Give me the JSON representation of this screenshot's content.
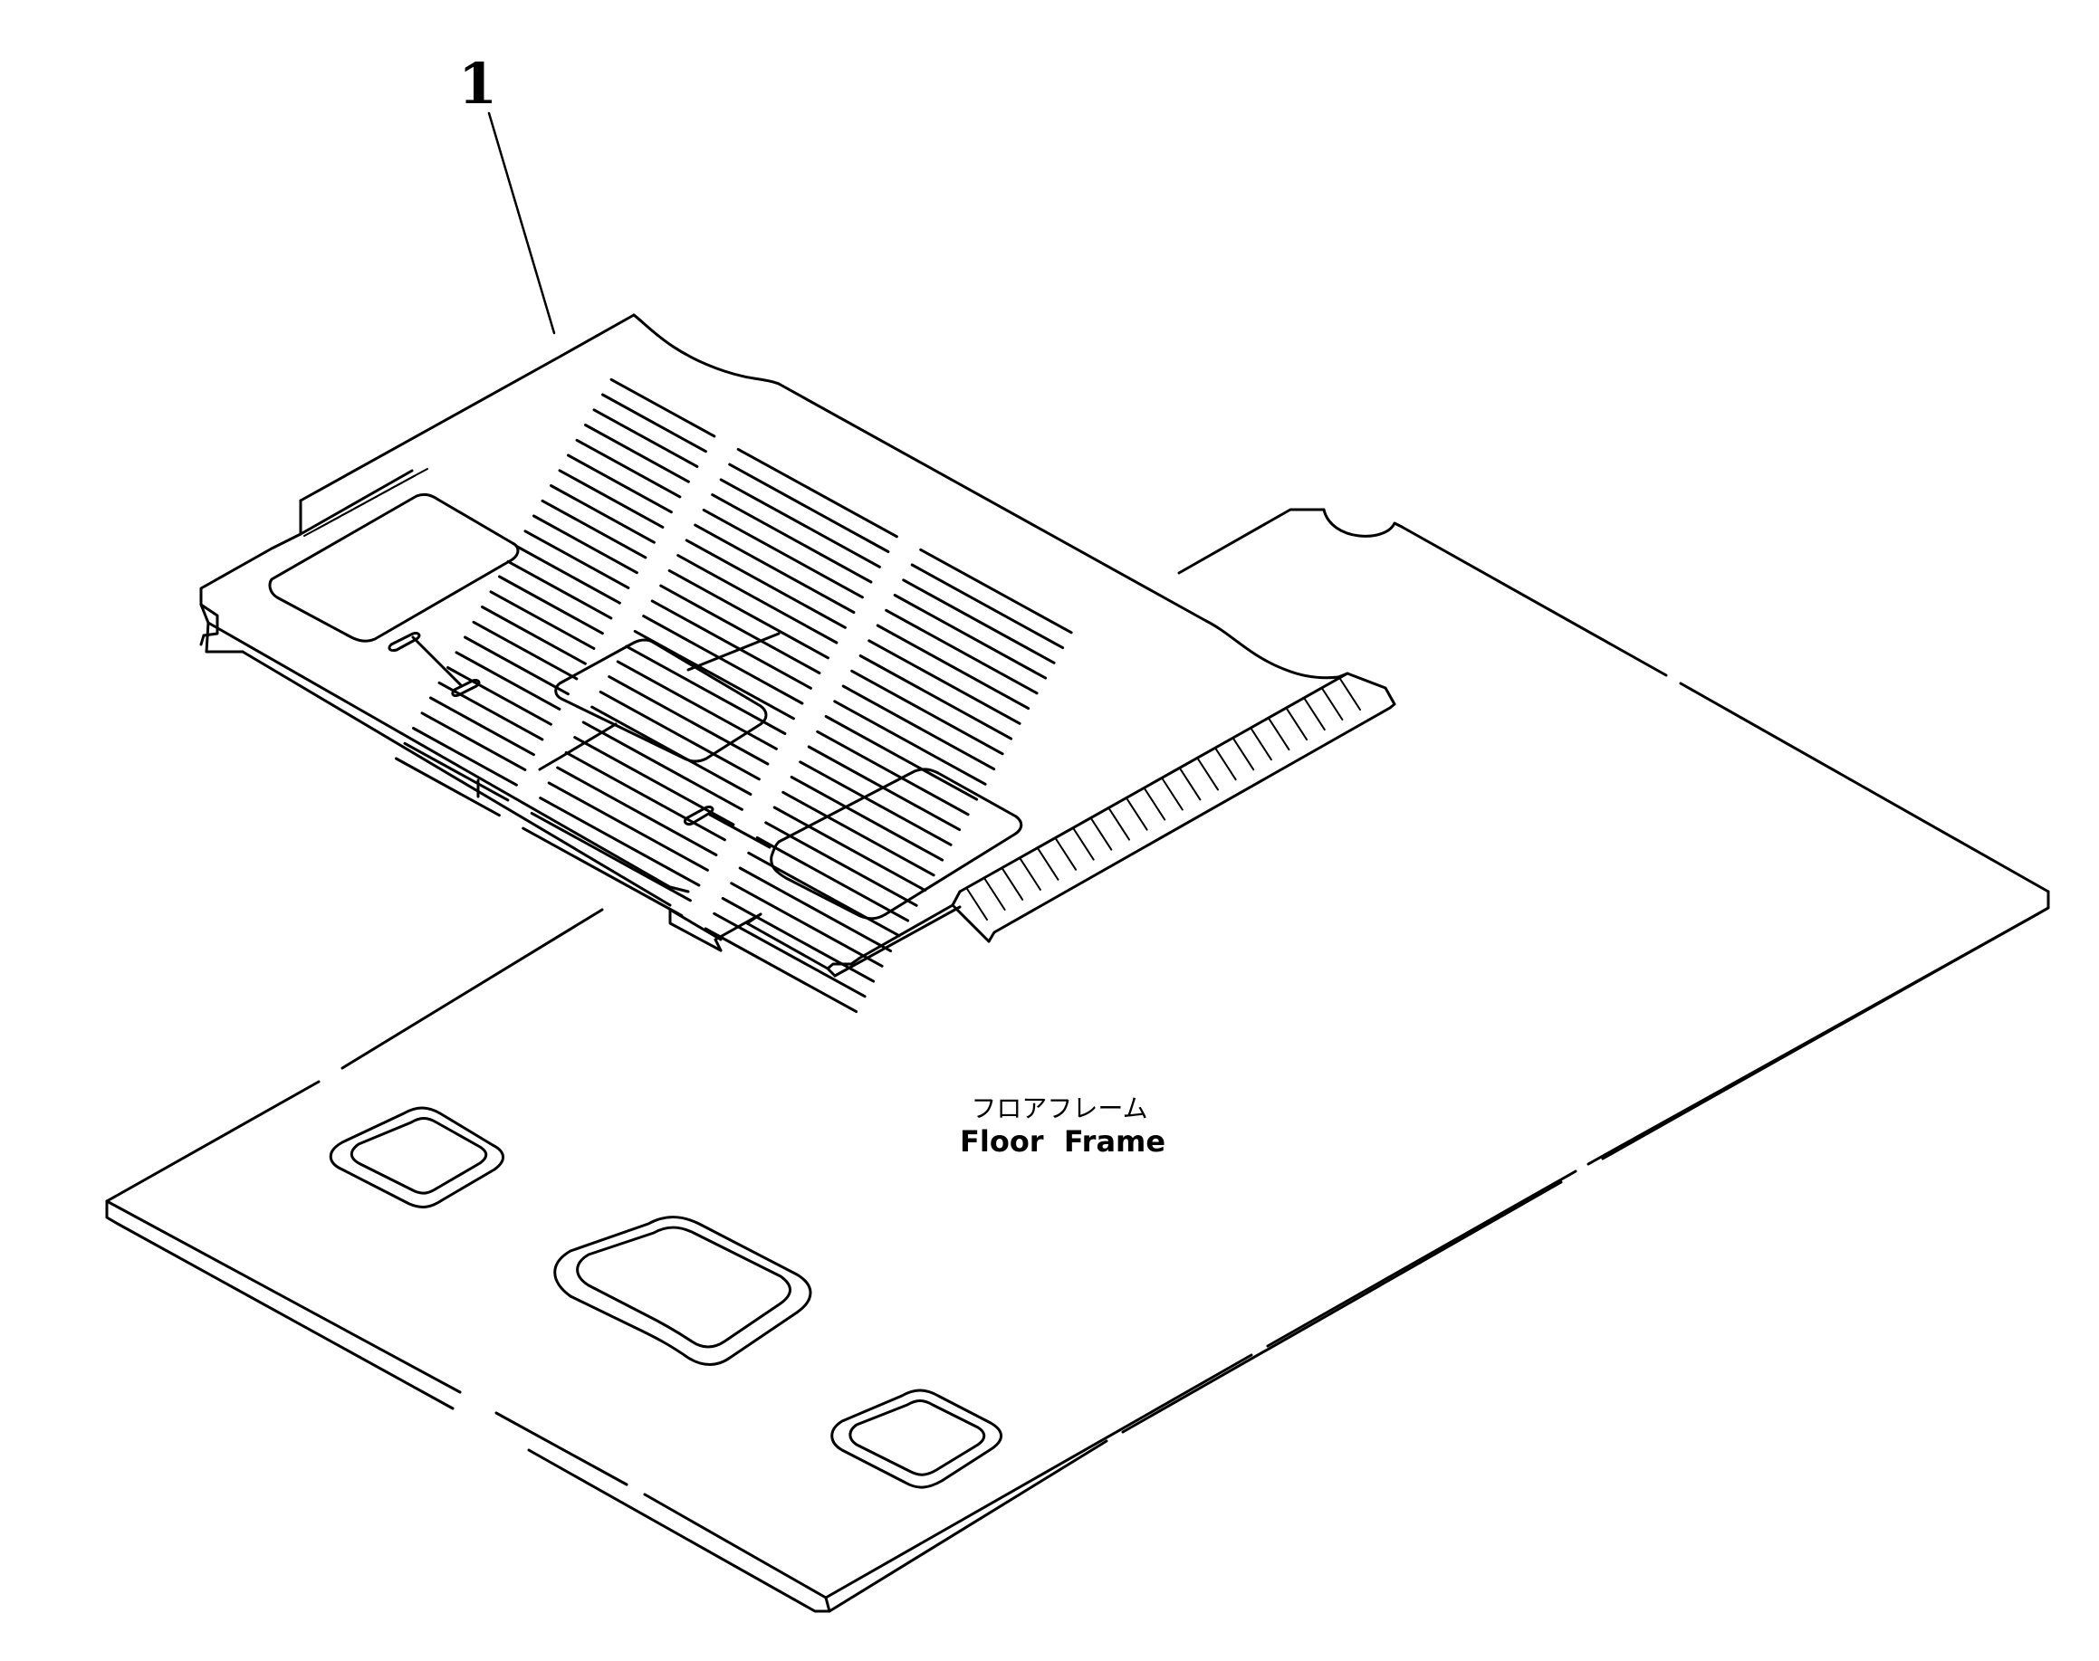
{
  "callout": {
    "part_number": "1"
  },
  "floor_frame_label": {
    "japanese": "フロアフレーム",
    "english": "Floor  Frame"
  },
  "colors": {
    "ink": "#000000",
    "paper": "#ffffff"
  }
}
